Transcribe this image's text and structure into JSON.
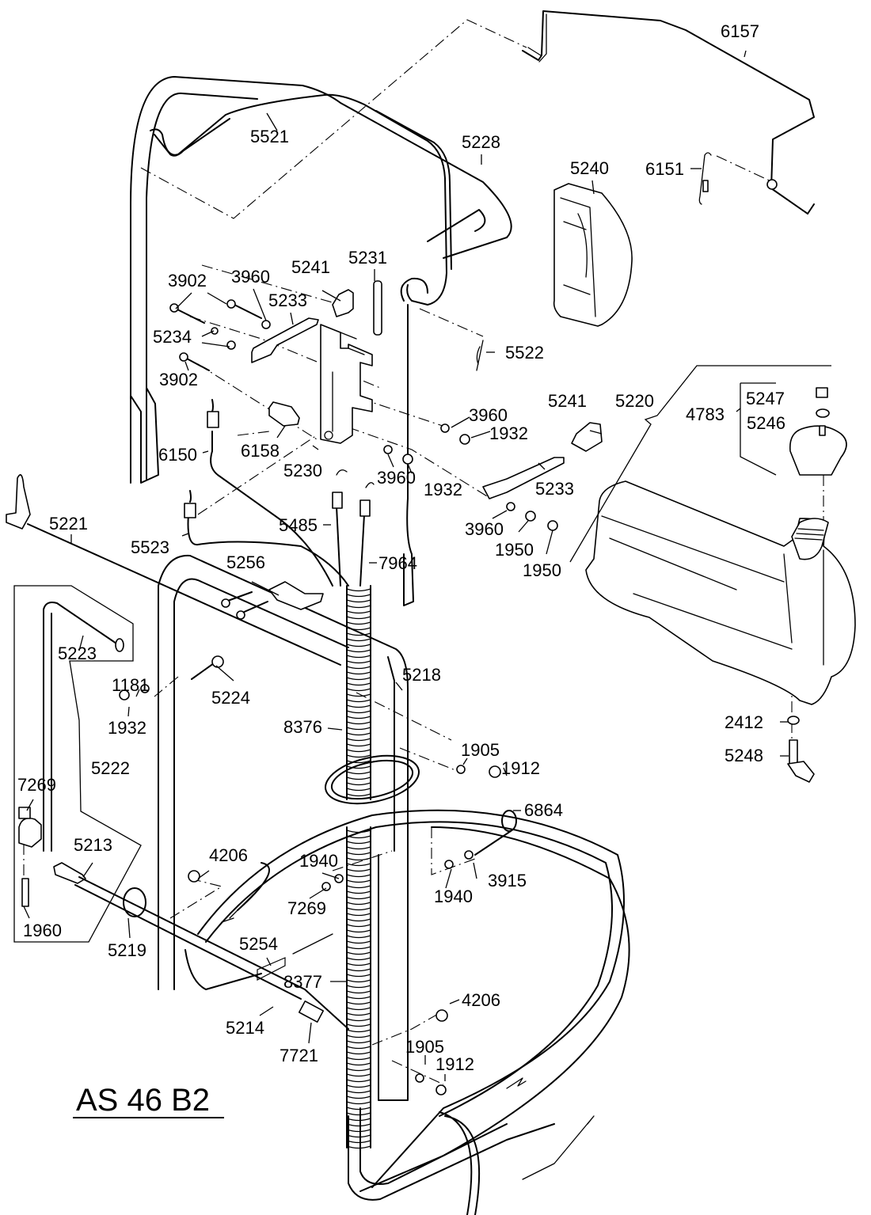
{
  "diagram": {
    "title": "AS 46 B2",
    "type": "exploded-parts-diagram",
    "callouts": [
      {
        "id": "6157",
        "label": "6157",
        "part": "throttle-wire-bracket"
      },
      {
        "id": "5521",
        "label": "5521",
        "part": "upper-handle-wire"
      },
      {
        "id": "5228",
        "label": "5228",
        "part": "upper-handle-bar"
      },
      {
        "id": "5240",
        "label": "5240",
        "part": "cover"
      },
      {
        "id": "6151",
        "label": "6151",
        "part": "tension-spring"
      },
      {
        "id": "5231",
        "label": "5231",
        "part": "pin"
      },
      {
        "id": "5241a",
        "label": "5241",
        "part": "lever-grip"
      },
      {
        "id": "3902a",
        "label": "3902",
        "part": "bolt"
      },
      {
        "id": "3960a",
        "label": "3960",
        "part": "washer"
      },
      {
        "id": "5233a",
        "label": "5233",
        "part": "lever"
      },
      {
        "id": "5234",
        "label": "5234",
        "part": "spacer-washers"
      },
      {
        "id": "5522",
        "label": "5522",
        "part": "spring"
      },
      {
        "id": "3902b",
        "label": "3902",
        "part": "bolt"
      },
      {
        "id": "5241b",
        "label": "5241",
        "part": "lever-grip"
      },
      {
        "id": "5220",
        "label": "5220",
        "part": "fuel-tank"
      },
      {
        "id": "4783",
        "label": "4783",
        "part": "tank-cap-assembly"
      },
      {
        "id": "5247",
        "label": "5247",
        "part": "cap-screw"
      },
      {
        "id": "5246",
        "label": "5246",
        "part": "cap-washer"
      },
      {
        "id": "3960b",
        "label": "3960",
        "part": "washer"
      },
      {
        "id": "1932a",
        "label": "1932",
        "part": "nut"
      },
      {
        "id": "6150",
        "label": "6150",
        "part": "cable"
      },
      {
        "id": "6158",
        "label": "6158",
        "part": "cable-clamp"
      },
      {
        "id": "5230",
        "label": "5230",
        "part": "control-bracket"
      },
      {
        "id": "3960c",
        "label": "3960",
        "part": "washer"
      },
      {
        "id": "1932b",
        "label": "1932",
        "part": "nut"
      },
      {
        "id": "5233b",
        "label": "5233",
        "part": "lever"
      },
      {
        "id": "3960d",
        "label": "3960",
        "part": "washer"
      },
      {
        "id": "1950a",
        "label": "1950",
        "part": "nut"
      },
      {
        "id": "1950b",
        "label": "1950",
        "part": "nut"
      },
      {
        "id": "5221",
        "label": "5221",
        "part": "height-adjust-lever"
      },
      {
        "id": "5485",
        "label": "5485",
        "part": "cable"
      },
      {
        "id": "5523",
        "label": "5523",
        "part": "cable"
      },
      {
        "id": "7964",
        "label": "7964",
        "part": "cable"
      },
      {
        "id": "5256",
        "label": "5256",
        "part": "cable-clip"
      },
      {
        "id": "5223",
        "label": "5223",
        "part": "rod"
      },
      {
        "id": "5218",
        "label": "5218",
        "part": "lower-handle"
      },
      {
        "id": "1181",
        "label": "1181",
        "part": "washer"
      },
      {
        "id": "5224",
        "label": "5224",
        "part": "eye-bolt"
      },
      {
        "id": "1932c",
        "label": "1932",
        "part": "nut"
      },
      {
        "id": "8376",
        "label": "8376",
        "part": "spiral-wrap"
      },
      {
        "id": "1905a",
        "label": "1905",
        "part": "washer"
      },
      {
        "id": "1912a",
        "label": "1912",
        "part": "nut"
      },
      {
        "id": "2412",
        "label": "2412",
        "part": "seal-ring"
      },
      {
        "id": "5248",
        "label": "5248",
        "part": "fuel-valve"
      },
      {
        "id": "5222",
        "label": "5222",
        "part": "height-adjust-assembly"
      },
      {
        "id": "7269a",
        "label": "7269",
        "part": "nut"
      },
      {
        "id": "6864",
        "label": "6864",
        "part": "eye-bolt"
      },
      {
        "id": "5213",
        "label": "5213",
        "part": "link-plate"
      },
      {
        "id": "4206a",
        "label": "4206",
        "part": "spring"
      },
      {
        "id": "1940a",
        "label": "1940",
        "part": "washer"
      },
      {
        "id": "1940b",
        "label": "1940",
        "part": "washer"
      },
      {
        "id": "3915",
        "label": "3915",
        "part": "nut"
      },
      {
        "id": "7269b",
        "label": "7269",
        "part": "nut"
      },
      {
        "id": "1960",
        "label": "1960",
        "part": "screw"
      },
      {
        "id": "5219",
        "label": "5219",
        "part": "ring"
      },
      {
        "id": "5254",
        "label": "5254",
        "part": "spring"
      },
      {
        "id": "8377",
        "label": "8377",
        "part": "spiral-wrap"
      },
      {
        "id": "4206b",
        "label": "4206",
        "part": "spring"
      },
      {
        "id": "5214",
        "label": "5214",
        "part": "shaft"
      },
      {
        "id": "7721",
        "label": "7721",
        "part": "torsion-spring"
      },
      {
        "id": "1905b",
        "label": "1905",
        "part": "washer"
      },
      {
        "id": "1912b",
        "label": "1912",
        "part": "nut"
      }
    ]
  }
}
